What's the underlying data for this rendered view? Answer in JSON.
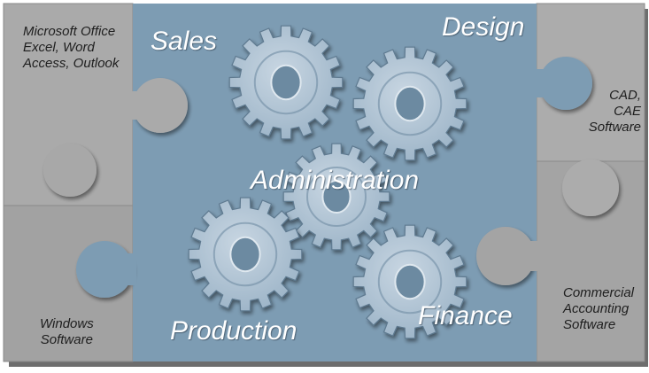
{
  "colors": {
    "center_panel": "#7c9bb2",
    "puzzle_gray": "#a9a9a9",
    "background": "#ffffff"
  },
  "departments": {
    "sales": "Sales",
    "design": "Design",
    "administration": "Administration",
    "production": "Production",
    "finance": "Finance"
  },
  "pieces": {
    "top_left": {
      "lines": [
        "Microsoft Office",
        "Excel, Word",
        "Access, Outlook"
      ]
    },
    "top_right": {
      "lines": [
        "CAD,",
        "CAE",
        "Software"
      ]
    },
    "bottom_left": {
      "lines": [
        "Windows",
        "Software"
      ]
    },
    "bottom_right": {
      "lines": [
        "Commercial",
        "Accounting",
        "Software"
      ]
    }
  },
  "icons": [
    "gear-icon",
    "puzzle-piece-icon"
  ]
}
